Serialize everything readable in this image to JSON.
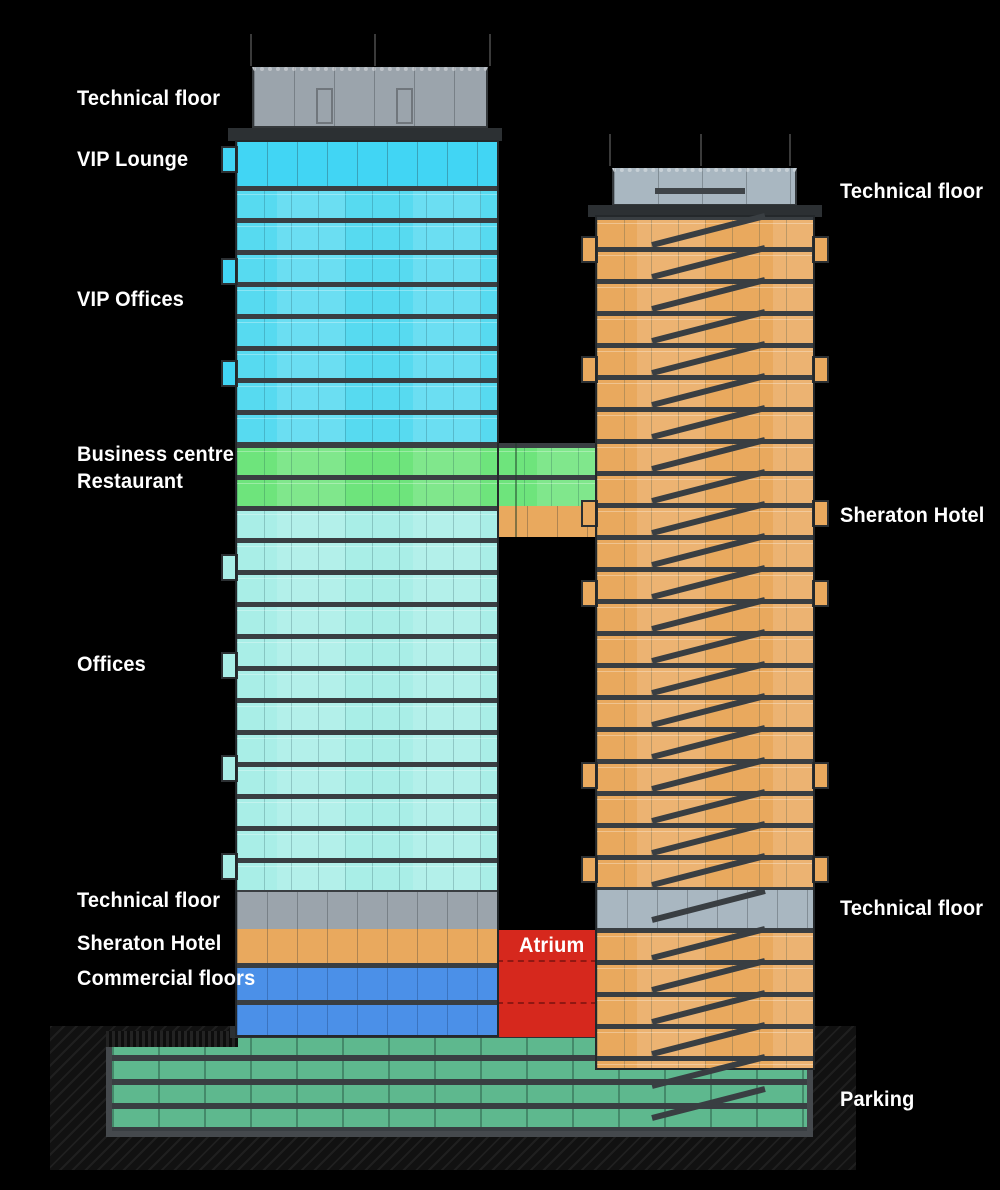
{
  "colors": {
    "bg": "#000000",
    "slab": "#393e42",
    "slab-dark": "#2c3033",
    "tech-gray": "#9ba4ac",
    "tech-gray-blue": "#a9b7c1",
    "cyan-bright": "#41d5f4",
    "cyan-mid": "#57daf0",
    "cyan-pale": "#a9eee7",
    "green": "#6ee47c",
    "orange": "#e9a95e",
    "blue": "#4b90e8",
    "red": "#d6281d",
    "parking-green": "#5eb88e",
    "earth": "#161616",
    "label": "#ffffff"
  },
  "labels": {
    "left": [
      {
        "text": "Technical floor"
      },
      {
        "text": "VIP Lounge"
      },
      {
        "text": "VIP Offices"
      },
      {
        "text": "Business centre"
      },
      {
        "text": "Restaurant"
      },
      {
        "text": "Offices"
      },
      {
        "text": "Technical floor"
      },
      {
        "text": "Sheraton Hotel"
      },
      {
        "text": "Commercial floors"
      }
    ],
    "right": [
      {
        "text": "Technical floor"
      },
      {
        "text": "Sheraton Hotel"
      },
      {
        "text": "Technical floor"
      },
      {
        "text": "Parking"
      }
    ],
    "center": [
      {
        "text": "Atrium"
      }
    ]
  },
  "zones": [
    {
      "name": "Technical floor",
      "color_key": "tech-gray"
    },
    {
      "name": "VIP Lounge",
      "color_key": "cyan-bright"
    },
    {
      "name": "VIP Offices",
      "color_key": "cyan-mid"
    },
    {
      "name": "Business centre / Restaurant",
      "color_key": "green"
    },
    {
      "name": "Offices",
      "color_key": "cyan-pale"
    },
    {
      "name": "Sheraton Hotel",
      "color_key": "orange"
    },
    {
      "name": "Commercial floors",
      "color_key": "blue"
    },
    {
      "name": "Atrium",
      "color_key": "red"
    },
    {
      "name": "Parking",
      "color_key": "parking-green"
    }
  ]
}
